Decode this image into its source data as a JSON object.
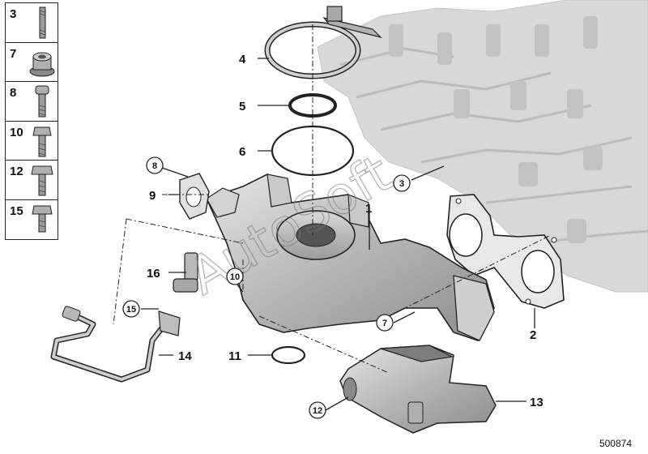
{
  "legend": [
    {
      "number": "3",
      "icon": "stud-bolt-icon"
    },
    {
      "number": "7",
      "icon": "collar-nut-icon"
    },
    {
      "number": "8",
      "icon": "hex-socket-bolt-icon"
    },
    {
      "number": "10",
      "icon": "hex-bolt-icon"
    },
    {
      "number": "12",
      "icon": "hex-head-bolt-icon"
    },
    {
      "number": "15",
      "icon": "short-hex-bolt-icon"
    }
  ],
  "callouts": {
    "c1": "1",
    "c2": "2",
    "c4": "4",
    "c5": "5",
    "c6": "6",
    "c9": "9",
    "c11": "11",
    "c13": "13",
    "c14": "14",
    "c16": "16"
  },
  "circled": {
    "r3": "3",
    "r7": "7",
    "r8": "8",
    "r10": "10",
    "r12": "12",
    "r15": "15"
  },
  "watermark": "AutoSoft",
  "diagram_id": "500874",
  "colors": {
    "line": "#222222",
    "engine_block": "#d6d6d6",
    "part_fill": "#bdbdbd",
    "part_dark": "#8a8a8a"
  }
}
